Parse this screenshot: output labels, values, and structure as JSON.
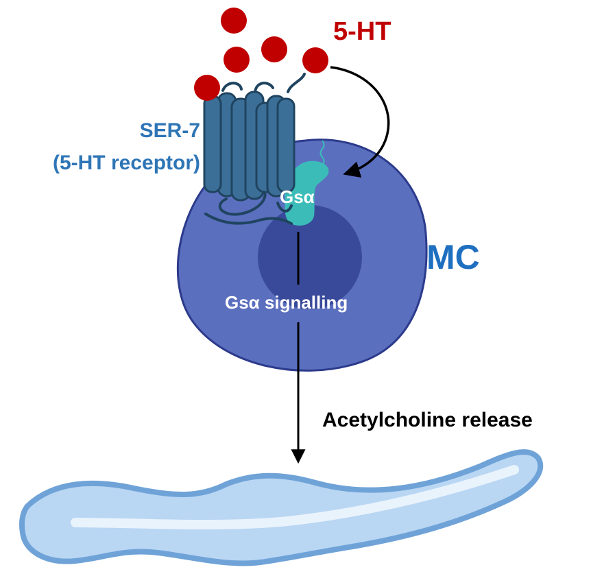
{
  "labels": {
    "ligand": "5-HT",
    "receptor_name": "SER-7",
    "receptor_desc": "(5-HT receptor)",
    "g_protein": "Gsα",
    "cell": "MC",
    "signalling": "Gsα signalling",
    "output": "Acetylcholine release"
  },
  "colors": {
    "ligand": "#c00000",
    "receptor_label": "#2e75b6",
    "cell_label": "#1f6fc0",
    "receptor": "#3c6f97",
    "receptor_dark": "#1f4460",
    "cell_outer": "#5b6fbf",
    "cell_outline": "#2c3a8c",
    "nucleus": "#3a4a9a",
    "g_protein": "#3bbcb8",
    "muscle_fill": "#b9d6f3",
    "muscle_stroke": "#6fa3d8",
    "muscle_highlight": "#e9f3fc",
    "arrow": "#000000",
    "text_dark": "#000000",
    "text_light": "#ffffff"
  },
  "icons": {
    "ligand": "serotonin-molecule-icon",
    "receptor": "gpcr-seven-helix-icon",
    "g_protein": "g-protein-icon",
    "cell": "cell-icon",
    "muscle": "muscle-cell-icon"
  }
}
